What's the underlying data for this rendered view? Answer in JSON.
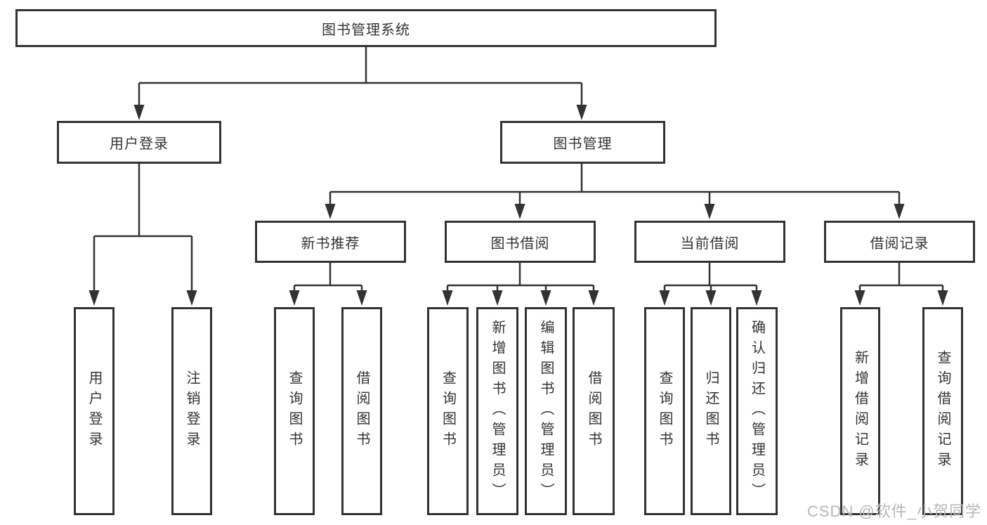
{
  "root": {
    "label": "图书管理系统"
  },
  "level1": [
    {
      "label": "用户登录"
    },
    {
      "label": "图书管理"
    }
  ],
  "level2": [
    {
      "label": "新书推荐"
    },
    {
      "label": "图书借阅"
    },
    {
      "label": "当前借阅"
    },
    {
      "label": "借阅记录"
    }
  ],
  "leaves": [
    {
      "label": "用户登录"
    },
    {
      "label": "注销登录"
    },
    {
      "label": "查询图书"
    },
    {
      "label": "借阅图书"
    },
    {
      "label": "查询图书"
    },
    {
      "label": "新增图书（管理员）"
    },
    {
      "label": "编辑图书（管理员）"
    },
    {
      "label": "借阅图书"
    },
    {
      "label": "查询图书"
    },
    {
      "label": "归还图书"
    },
    {
      "label": "确认归还（管理员）"
    },
    {
      "label": "新增借阅记录"
    },
    {
      "label": "查询借阅记录"
    }
  ],
  "watermark": {
    "text": "CSDN @软件_小贺同学"
  },
  "colors": {
    "line": "#333333",
    "text": "#333333",
    "watermark": "#b7b7b7",
    "background": "#ffffff"
  }
}
